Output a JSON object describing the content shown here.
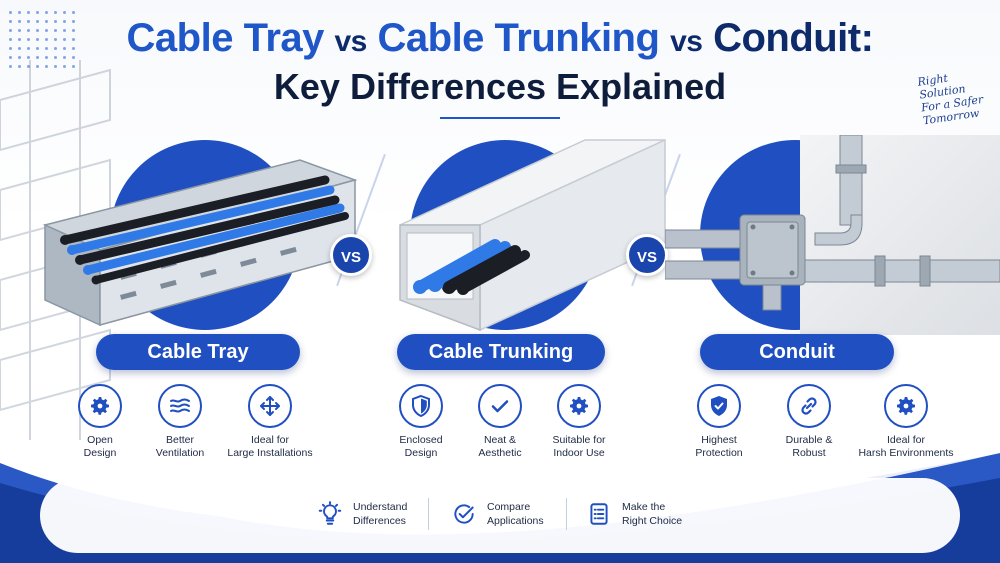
{
  "title": {
    "part1": "Cable Tray",
    "vs1": "vs",
    "part2": "Cable Trunking",
    "vs2": "vs",
    "part3": "Conduit:",
    "line2": "Key Differences Explained"
  },
  "tagline": {
    "line1": "Right",
    "line2": "Solution",
    "line3": "For a Safer",
    "line4": "Tomorrow"
  },
  "vs_label": "VS",
  "products": [
    {
      "label": "Cable Tray",
      "features": [
        {
          "icon": "gear-icon",
          "line1": "Open",
          "line2": "Design"
        },
        {
          "icon": "airflow-icon",
          "line1": "Better",
          "line2": "Ventilation"
        },
        {
          "icon": "expand-arrows-icon",
          "line1": "Ideal for",
          "line2": "Large Installations"
        }
      ]
    },
    {
      "label": "Cable Trunking",
      "features": [
        {
          "icon": "shield-icon",
          "line1": "Enclosed",
          "line2": "Design"
        },
        {
          "icon": "check-icon",
          "line1": "Neat &",
          "line2": "Aesthetic"
        },
        {
          "icon": "gear-icon",
          "line1": "Suitable for",
          "line2": "Indoor Use"
        }
      ]
    },
    {
      "label": "Conduit",
      "features": [
        {
          "icon": "shield-check-icon",
          "line1": "Highest",
          "line2": "Protection"
        },
        {
          "icon": "link-icon",
          "line1": "Durable &",
          "line2": "Robust"
        },
        {
          "icon": "gear-icon",
          "line1": "Ideal for",
          "line2": "Harsh Environments"
        }
      ]
    }
  ],
  "bottom": [
    {
      "icon": "lightbulb-icon",
      "line1": "Understand",
      "line2": "Differences"
    },
    {
      "icon": "check-circle-icon",
      "line1": "Compare",
      "line2": "Applications"
    },
    {
      "icon": "checklist-icon",
      "line1": "Make the",
      "line2": "Right Choice"
    }
  ],
  "colors": {
    "primary": "#1f4fc1",
    "navy": "#0d2a6b",
    "accent_blue": "#1f56c8",
    "cable_blue": "#2f7ae6",
    "steel": "#b9c2cc"
  }
}
